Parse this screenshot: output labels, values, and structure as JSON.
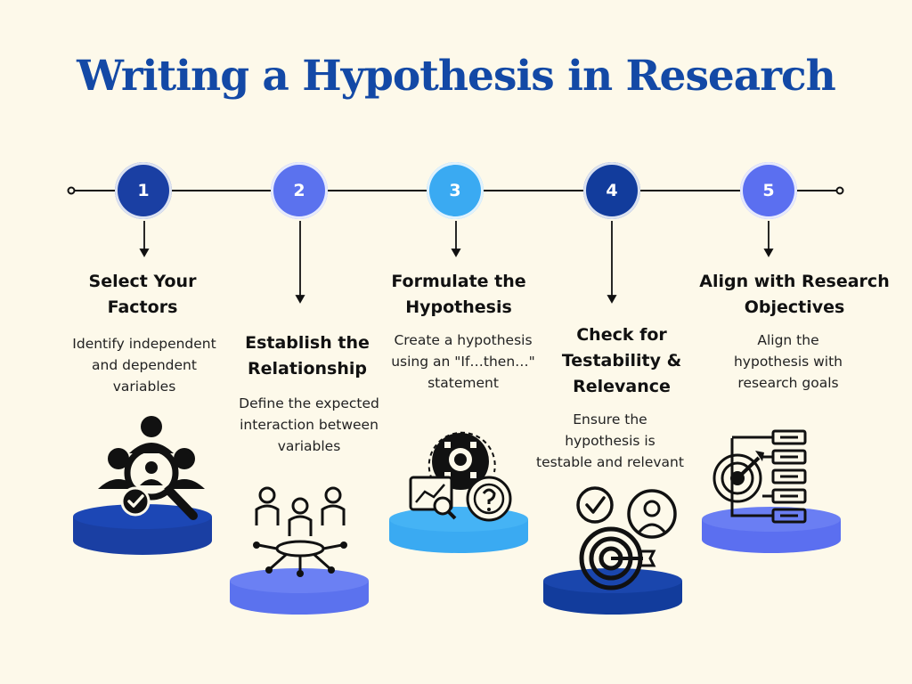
{
  "title": "Writing a Hypothesis in Research",
  "colors": {
    "background": "#fdf9ea",
    "title": "#1349a6",
    "step1": "#1a3fa3",
    "step2": "#5b72ee",
    "step3": "#3aaaf2",
    "step4": "#123c9c",
    "step5": "#5b6ff0"
  },
  "steps": [
    {
      "number": "1",
      "title_line1": "Select Your",
      "title_line2": "Factors",
      "desc_line1": "Identify independent",
      "desc_line2": "and dependent",
      "desc_line3": "variables",
      "icon": "people-search-check-icon"
    },
    {
      "number": "2",
      "title_line1": "Establish the",
      "title_line2": "Relationship",
      "desc_line1": "Define the expected",
      "desc_line2": "interaction between",
      "desc_line3": "variables",
      "icon": "group-network-icon"
    },
    {
      "number": "3",
      "title_line1": "Formulate the",
      "title_line2": "Hypothesis",
      "desc_line1": "Create a hypothesis",
      "desc_line2": "using an \"If…then…\"",
      "desc_line3": "statement",
      "icon": "analysis-question-icon"
    },
    {
      "number": "4",
      "title_line1": "Check for",
      "title_line2": "Testability &",
      "title_line3": "Relevance",
      "desc_line1": "Ensure the",
      "desc_line2": "hypothesis is",
      "desc_line3": "testable and relevant",
      "icon": "target-check-person-icon"
    },
    {
      "number": "5",
      "title_line1": "Align with Research",
      "title_line2": "Objectives",
      "desc_line1": "Align the",
      "desc_line2": "hypothesis with",
      "desc_line3": "research goals",
      "icon": "target-checklist-icon"
    }
  ]
}
